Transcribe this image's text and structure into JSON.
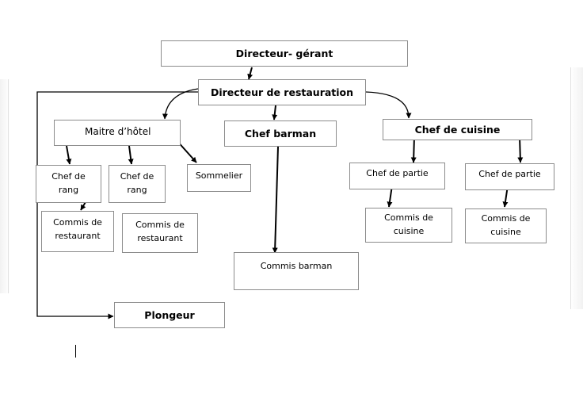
{
  "org_chart": {
    "nodes": [
      {
        "id": "directeur_gerant",
        "label": "Directeur- gérant"
      },
      {
        "id": "directeur_restauration",
        "label": "Directeur de restauration"
      },
      {
        "id": "maitre_hotel",
        "label": "Maitre d’hôtel"
      },
      {
        "id": "chef_barman",
        "label": "Chef barman"
      },
      {
        "id": "chef_cuisine",
        "label": "Chef de cuisine"
      },
      {
        "id": "chef_rang_1",
        "label": "Chef de rang"
      },
      {
        "id": "chef_rang_2",
        "label": "Chef de rang"
      },
      {
        "id": "sommelier",
        "label": "Sommelier"
      },
      {
        "id": "chef_partie_1",
        "label": "Chef de partie"
      },
      {
        "id": "chef_partie_2",
        "label": "Chef de partie"
      },
      {
        "id": "commis_restaurant_1",
        "label": "Commis de restaurant"
      },
      {
        "id": "commis_restaurant_2",
        "label": "Commis de restaurant"
      },
      {
        "id": "commis_barman",
        "label": "Commis barman"
      },
      {
        "id": "commis_cuisine_1",
        "label": "Commis de cuisine"
      },
      {
        "id": "commis_cuisine_2",
        "label": "Commis de cuisine"
      },
      {
        "id": "plongeur",
        "label": "Plongeur"
      }
    ],
    "edges": [
      [
        "directeur_gerant",
        "directeur_restauration"
      ],
      [
        "directeur_restauration",
        "maitre_hotel"
      ],
      [
        "directeur_restauration",
        "chef_barman"
      ],
      [
        "directeur_restauration",
        "chef_cuisine"
      ],
      [
        "directeur_restauration",
        "plongeur"
      ],
      [
        "maitre_hotel",
        "chef_rang_1"
      ],
      [
        "maitre_hotel",
        "chef_rang_2"
      ],
      [
        "maitre_hotel",
        "sommelier"
      ],
      [
        "chef_rang_1",
        "commis_restaurant_1"
      ],
      [
        "chef_barman",
        "commis_barman"
      ],
      [
        "chef_cuisine",
        "chef_partie_1"
      ],
      [
        "chef_cuisine",
        "chef_partie_2"
      ],
      [
        "chef_partie_1",
        "commis_cuisine_1"
      ],
      [
        "chef_partie_2",
        "commis_cuisine_2"
      ]
    ]
  }
}
